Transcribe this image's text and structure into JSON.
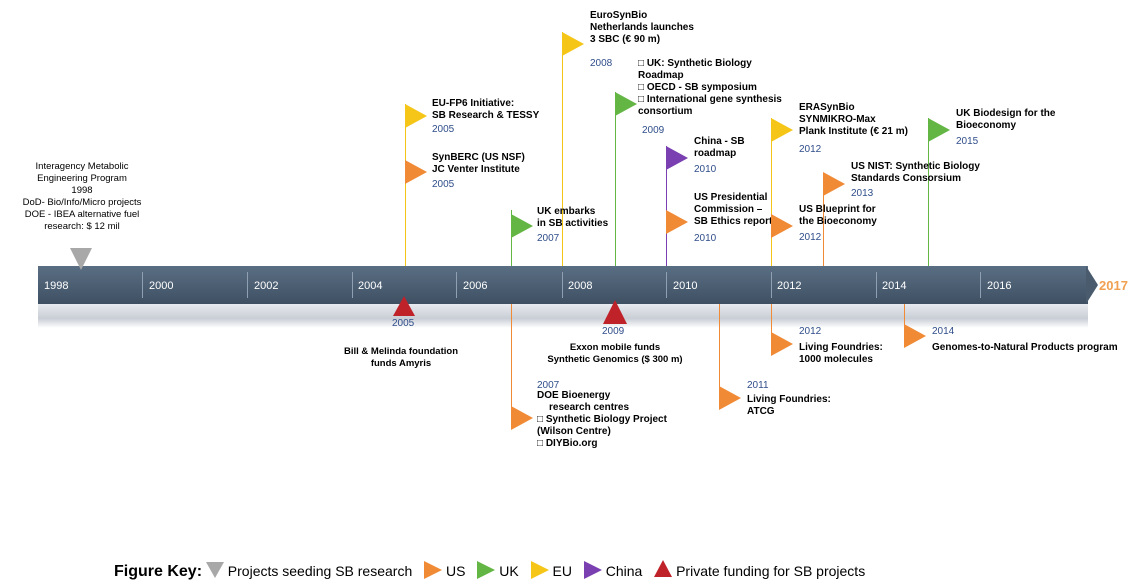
{
  "timeline": {
    "years": [
      "1998",
      "2000",
      "2002",
      "2004",
      "2006",
      "2008",
      "2010",
      "2012",
      "2014",
      "2016"
    ],
    "end_year": "2017"
  },
  "seed": {
    "lines": [
      "Interagency Metabolic",
      "Engineering Program",
      "1998",
      "DoD- Bio/Info/Micro projects",
      "DOE - IBEA alternative fuel",
      "research: $ 12 mil"
    ]
  },
  "events_above": {
    "eurosynbio": {
      "lines": [
        "EuroSynBio",
        "Netherlands launches",
        "3 SBC (€ 90 m)"
      ],
      "year": "2008"
    },
    "uk_roadmap": {
      "lines": [
        "□ UK: Synthetic Biology",
        "Roadmap",
        "□ OECD - SB symposium",
        "□ International gene synthesis",
        "consortium"
      ],
      "year": "2009"
    },
    "eu_fp6": {
      "lines": [
        "EU-FP6 Initiative:",
        "SB Research & TESSY"
      ],
      "year": "2005"
    },
    "synberc": {
      "lines": [
        "SynBERC (US NSF)",
        "JC Venter Institute"
      ],
      "year": "2005"
    },
    "uk_embarks": {
      "lines": [
        "UK embarks",
        "in SB activities"
      ],
      "year": "2007"
    },
    "china": {
      "lines": [
        "China - SB",
        "roadmap"
      ],
      "year": "2010"
    },
    "us_commission": {
      "lines": [
        "US Presidential",
        "Commission –",
        "SB Ethics report"
      ],
      "year": "2010"
    },
    "erasynbio": {
      "lines": [
        "ERASynBio",
        "SYNMIKRO-Max",
        "Plank Institute (€ 21 m)"
      ],
      "year": "2012"
    },
    "us_blueprint": {
      "lines": [
        "US Blueprint for",
        "the Bioeconomy"
      ],
      "year": "2012"
    },
    "us_nist": {
      "lines": [
        "US NIST: Synthetic Biology",
        "Standards Consorsium"
      ],
      "year": "2013"
    },
    "uk_biodesign": {
      "lines": [
        "UK Biodesign for the",
        "Bioeconomy"
      ],
      "year": "2015"
    }
  },
  "events_below": {
    "gates": {
      "year": "2005",
      "lines": [
        "Bill & Melinda foundation",
        "funds Amyris"
      ]
    },
    "exxon": {
      "year": "2009",
      "lines": [
        "Exxon mobile funds",
        "Synthetic Genomics ($ 300 m)"
      ]
    },
    "doe": {
      "year": "2007",
      "lines": [
        "DOE Bioenergy",
        "research centres",
        "□ Synthetic Biology Project",
        "(Wilson Centre)",
        "□ DIYBio.org"
      ]
    },
    "lf_atcg": {
      "year": "2011",
      "lines": [
        "Living Foundries:",
        "ATCG"
      ]
    },
    "lf_1000": {
      "year": "2012",
      "lines": [
        "Living Foundries:",
        "1000 molecules"
      ]
    },
    "genomes": {
      "year": "2014",
      "lines": [
        "Genomes-to-Natural Products program"
      ]
    }
  },
  "key": {
    "title": "Figure Key:",
    "items": [
      "Projects seeding SB research",
      "US",
      "UK",
      "EU",
      "China",
      "Private funding for SB projects"
    ]
  },
  "colors": {
    "us": "#f08a35",
    "uk": "#63b544",
    "eu": "#f5c518",
    "china": "#7a3fb0",
    "private": "#c0222a",
    "seed": "#a8a8a8"
  }
}
